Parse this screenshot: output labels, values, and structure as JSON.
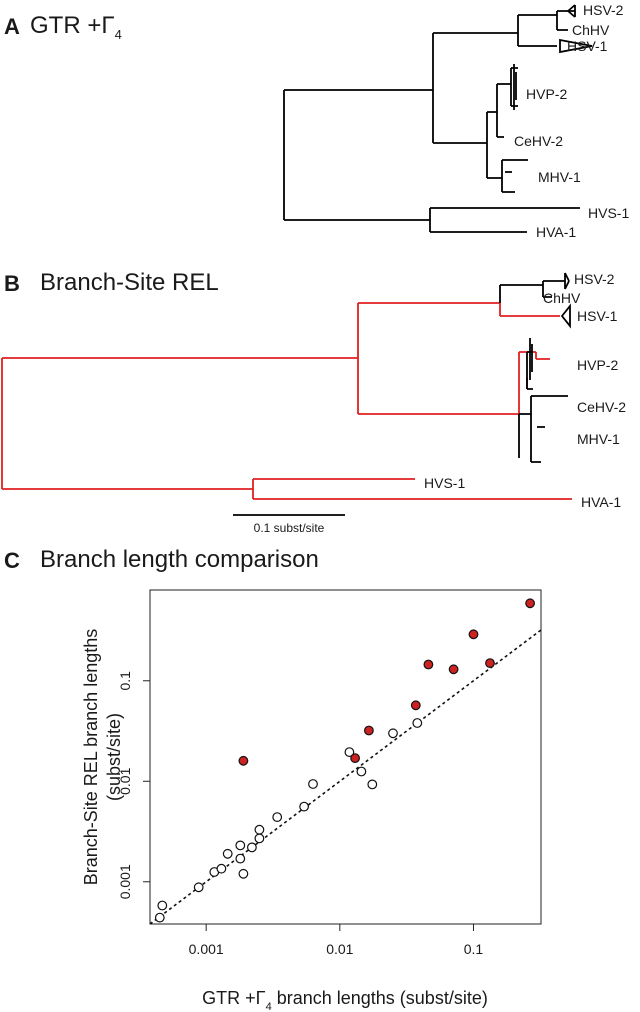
{
  "panels": {
    "a": {
      "letter": "A",
      "title_main": "GTR +Γ",
      "title_sub": "4"
    },
    "b": {
      "letter": "B",
      "title": "Branch-Site REL",
      "scale_label": "0.1 subst/site"
    },
    "c": {
      "letter": "C",
      "title": "Branch length comparison"
    }
  },
  "tree_labels": {
    "hsv2": "HSV-2",
    "chhv": "ChHV",
    "hsv1": "HSV-1",
    "hvp2": "HVP-2",
    "cehv2": "CeHV-2",
    "mhv1": "MHV-1",
    "hvs1": "HVS-1",
    "hva1": "HVA-1"
  },
  "colors": {
    "selected_branch": "#e02020",
    "normal_branch": "#000000",
    "selected_point": "#cc2222"
  },
  "chart_data": {
    "type": "scatter",
    "title": "Branch length comparison",
    "xlabel_main": "GTR +Γ",
    "xlabel_sub": "4",
    "xlabel_rest": " branch lengths (subst/site)",
    "ylabel_line1": "Branch-Site REL branch lengths",
    "ylabel_line2": "(subst/site)",
    "x_scale": "log10",
    "y_scale": "log10",
    "xlim": [
      0.00038,
      0.32
    ],
    "ylim": [
      0.00038,
      0.8
    ],
    "x_ticks": [
      0.001,
      0.01,
      0.1
    ],
    "x_tick_labels": [
      "0.001",
      "0.01",
      "0.1"
    ],
    "y_ticks": [
      0.001,
      0.01,
      0.1
    ],
    "y_tick_labels": [
      "0.001",
      "0.01",
      "0.1"
    ],
    "reference_line": "y = x (dotted)",
    "series": [
      {
        "style": "open circles",
        "points": [
          [
            0.00045,
            0.00044
          ],
          [
            0.00047,
            0.00058
          ],
          [
            0.00088,
            0.00088
          ],
          [
            0.00115,
            0.00125
          ],
          [
            0.0013,
            0.00135
          ],
          [
            0.00145,
            0.0019
          ],
          [
            0.0018,
            0.0023
          ],
          [
            0.0018,
            0.0017
          ],
          [
            0.0019,
            0.0012
          ],
          [
            0.0022,
            0.0022
          ],
          [
            0.0025,
            0.0033
          ],
          [
            0.0025,
            0.0027
          ],
          [
            0.0034,
            0.0044
          ],
          [
            0.0054,
            0.0056
          ],
          [
            0.0063,
            0.0094
          ],
          [
            0.0118,
            0.0195
          ],
          [
            0.0145,
            0.0125
          ],
          [
            0.0175,
            0.0093
          ],
          [
            0.025,
            0.03
          ],
          [
            0.038,
            0.038
          ]
        ]
      },
      {
        "style": "filled red circles (selected branches)",
        "points": [
          [
            0.0019,
            0.016
          ],
          [
            0.013,
            0.017
          ],
          [
            0.0165,
            0.032
          ],
          [
            0.037,
            0.057
          ],
          [
            0.046,
            0.145
          ],
          [
            0.071,
            0.13
          ],
          [
            0.1,
            0.29
          ],
          [
            0.133,
            0.15
          ],
          [
            0.265,
            0.59
          ]
        ]
      }
    ]
  }
}
